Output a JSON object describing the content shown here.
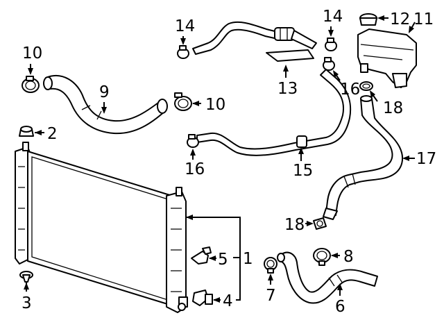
{
  "callouts": {
    "c1": "1",
    "c2": "2",
    "c3": "3",
    "c4": "4",
    "c5": "5",
    "c6": "6",
    "c7": "7",
    "c8": "8",
    "c9": "9",
    "c10a": "10",
    "c10b": "10",
    "c11": "11",
    "c12": "12",
    "c13": "13",
    "c14a": "14",
    "c14b": "14",
    "c15": "15",
    "c16a": "16",
    "c16b": "16",
    "c17": "17",
    "c18a": "18",
    "c18b": "18"
  },
  "parts": [
    {
      "id": "1",
      "name": "radiator"
    },
    {
      "id": "2",
      "name": "upper-insulator"
    },
    {
      "id": "3",
      "name": "lower-insulator"
    },
    {
      "id": "4",
      "name": "drain-valve"
    },
    {
      "id": "5",
      "name": "bleeder-valve"
    },
    {
      "id": "6",
      "name": "lower-radiator-hose"
    },
    {
      "id": "7",
      "name": "hose-clamp"
    },
    {
      "id": "8",
      "name": "hose-clamp"
    },
    {
      "id": "9",
      "name": "upper-radiator-hose"
    },
    {
      "id": "10",
      "name": "hose-clamp"
    },
    {
      "id": "11",
      "name": "coolant-reservoir"
    },
    {
      "id": "12",
      "name": "reservoir-cap"
    },
    {
      "id": "13",
      "name": "vent-hose"
    },
    {
      "id": "14",
      "name": "hose-clamp"
    },
    {
      "id": "15",
      "name": "bypass-hose"
    },
    {
      "id": "16",
      "name": "hose-clamp"
    },
    {
      "id": "17",
      "name": "reservoir-outlet-hose"
    },
    {
      "id": "18",
      "name": "hose-clamp"
    }
  ]
}
